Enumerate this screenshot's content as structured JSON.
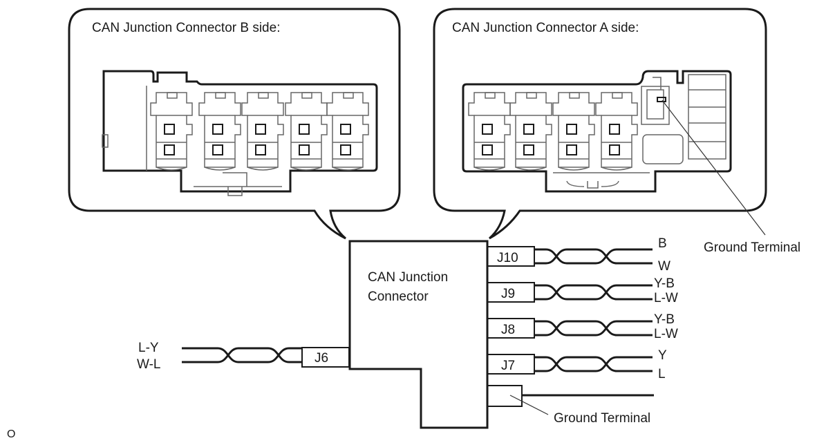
{
  "callouts": {
    "b_side": {
      "title": "CAN Junction Connector B side:",
      "cavities": 5
    },
    "a_side": {
      "title": "CAN Junction Connector A side:",
      "cavities": 4,
      "ground_label": "Ground Terminal"
    }
  },
  "junction": {
    "label_line1": "CAN Junction",
    "label_line2": "Connector"
  },
  "left_port": {
    "id": "J6",
    "wires": [
      "L-Y",
      "W-L"
    ]
  },
  "right_ports": [
    {
      "id": "J10",
      "wires": [
        "B",
        "W"
      ]
    },
    {
      "id": "J9",
      "wires": [
        "Y-B",
        "L-W"
      ]
    },
    {
      "id": "J8",
      "wires": [
        "Y-B",
        "L-W"
      ]
    },
    {
      "id": "J7",
      "wires": [
        "Y",
        "L"
      ]
    }
  ],
  "ground": {
    "label": "Ground Terminal"
  },
  "corner_mark": "O"
}
